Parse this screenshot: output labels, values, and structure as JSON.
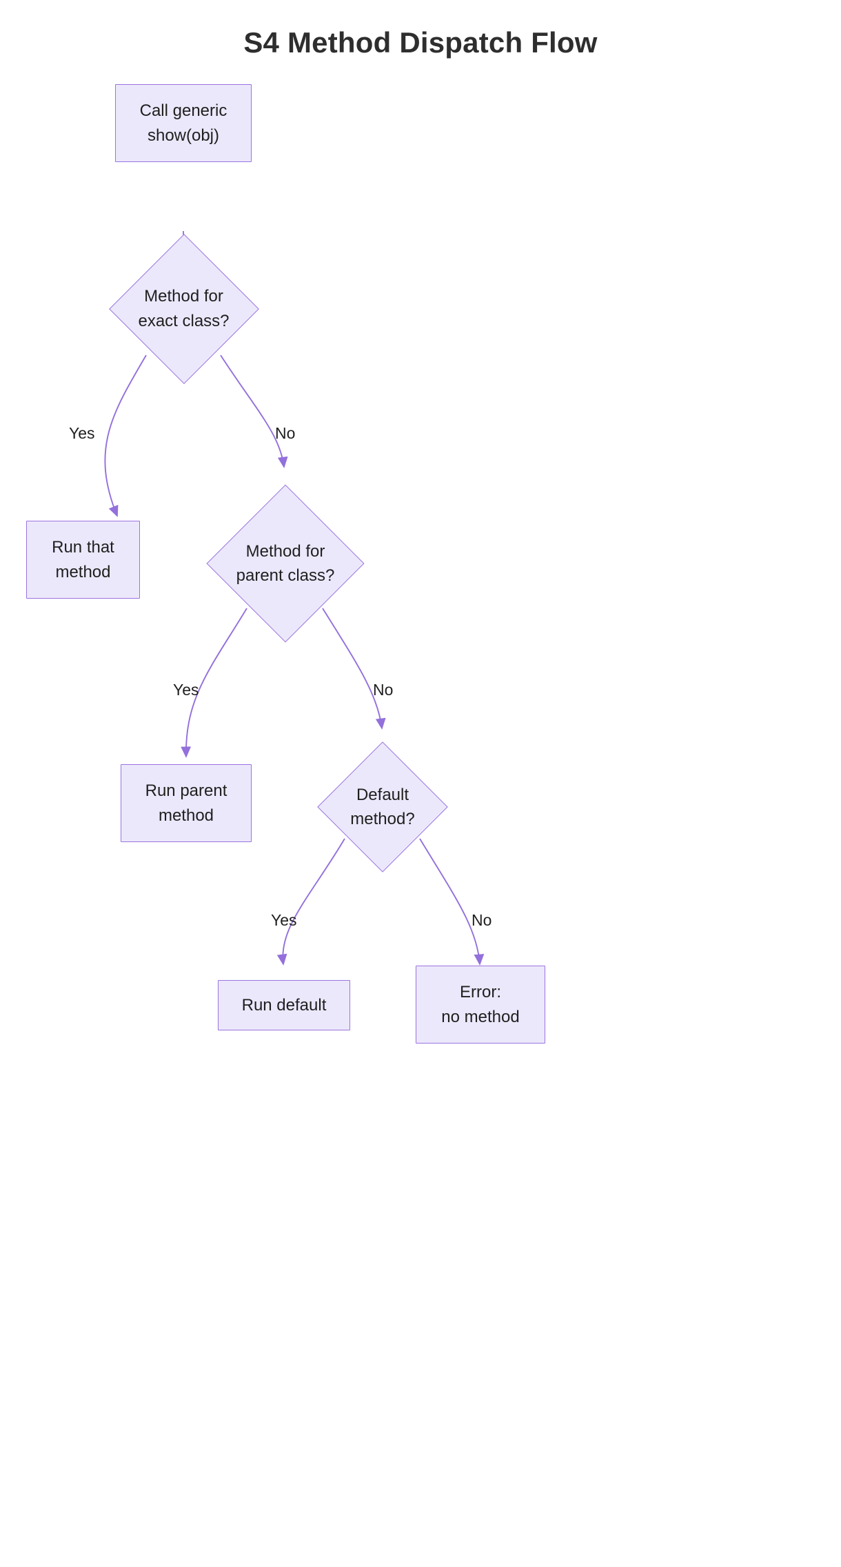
{
  "diagram": {
    "title": "S4 Method Dispatch Flow",
    "type": "flowchart",
    "direction": "top-down",
    "theme": {
      "node_fill": "#ECE8FB",
      "node_stroke": "#9a73e0",
      "edge_stroke": "#9370db",
      "text_color": "#1f1f1f",
      "title_color": "#2e2e2e",
      "background": "#ffffff"
    },
    "nodes": [
      {
        "id": "start",
        "shape": "rect",
        "text": "Call generic\nshow(obj)"
      },
      {
        "id": "exact",
        "shape": "diamond",
        "text": "Method for\nexact class?"
      },
      {
        "id": "run_that",
        "shape": "rect",
        "text": "Run that\nmethod"
      },
      {
        "id": "parent",
        "shape": "diamond",
        "text": "Method for\nparent class?"
      },
      {
        "id": "run_parent",
        "shape": "rect",
        "text": "Run parent\nmethod"
      },
      {
        "id": "default",
        "shape": "diamond",
        "text": "Default\nmethod?"
      },
      {
        "id": "run_default",
        "shape": "rect",
        "text": "Run default"
      },
      {
        "id": "error",
        "shape": "rect",
        "text": "Error:\nno method"
      }
    ],
    "edges": [
      {
        "from": "start",
        "to": "exact",
        "label": ""
      },
      {
        "from": "exact",
        "to": "run_that",
        "label": "Yes"
      },
      {
        "from": "exact",
        "to": "parent",
        "label": "No"
      },
      {
        "from": "parent",
        "to": "run_parent",
        "label": "Yes"
      },
      {
        "from": "parent",
        "to": "default",
        "label": "No"
      },
      {
        "from": "default",
        "to": "run_default",
        "label": "Yes"
      },
      {
        "from": "default",
        "to": "error",
        "label": "No"
      }
    ],
    "edge_labels": {
      "exact_yes": "Yes",
      "exact_no": "No",
      "parent_yes": "Yes",
      "parent_no": "No",
      "default_yes": "Yes",
      "default_no": "No"
    }
  }
}
